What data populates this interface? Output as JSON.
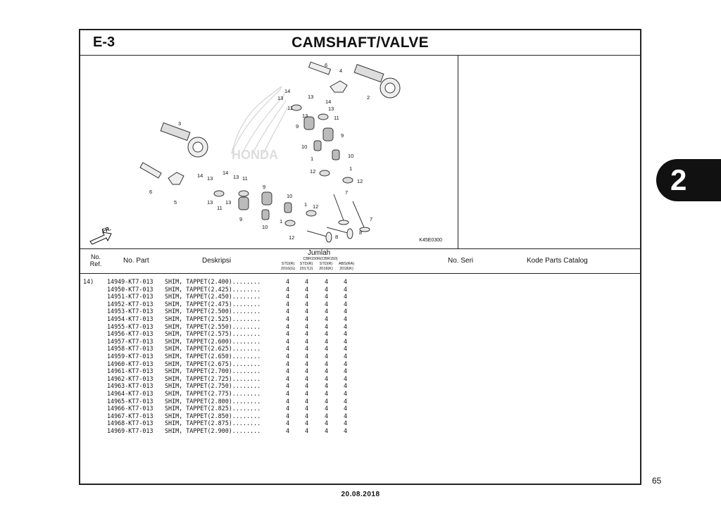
{
  "header": {
    "section_code": "E-3",
    "title": "CAMSHAFT/VALVE"
  },
  "diagram": {
    "code": "K45E0300",
    "direction_label": "FR.",
    "watermark": "HONDA",
    "callouts": [
      "6",
      "4",
      "2",
      "14",
      "13",
      "13",
      "14",
      "11",
      "13",
      "13",
      "11",
      "9",
      "9",
      "10",
      "10",
      "1",
      "1",
      "12",
      "12",
      "7",
      "7",
      "8",
      "8",
      "3",
      "6",
      "5",
      "14",
      "13",
      "14",
      "13",
      "11",
      "13",
      "11",
      "13",
      "9",
      "9",
      "10",
      "10",
      "1",
      "12",
      "12",
      "1"
    ]
  },
  "table": {
    "headers": {
      "no_ref": "No.\nRef.",
      "no_part": "No. Part",
      "deskripsi": "Deskripsi",
      "jumlah": "Jumlah",
      "model_group": "CBR150R(CBR150)",
      "col1": "STD(R)\n2016(G)",
      "col2": "STD(R)\n2017(J)",
      "col3": "STD(R)\n2018(K)",
      "col4": "ABS(RA)\n2018(K)",
      "no_seri": "No. Seri",
      "kode_parts_catalog": "Kode Parts Catalog"
    },
    "ref": "14)",
    "rows": [
      {
        "part": "14949-KT7-013",
        "desc": "SHIM, TAPPET(2.400)........",
        "q1": "4",
        "q2": "4",
        "q3": "4",
        "q4": "4"
      },
      {
        "part": "14950-KT7-013",
        "desc": "SHIM, TAPPET(2.425)........",
        "q1": "4",
        "q2": "4",
        "q3": "4",
        "q4": "4"
      },
      {
        "part": "14951-KT7-013",
        "desc": "SHIM, TAPPET(2.450)........",
        "q1": "4",
        "q2": "4",
        "q3": "4",
        "q4": "4"
      },
      {
        "part": "14952-KT7-013",
        "desc": "SHIM, TAPPET(2.475)........",
        "q1": "4",
        "q2": "4",
        "q3": "4",
        "q4": "4"
      },
      {
        "part": "14953-KT7-013",
        "desc": "SHIM, TAPPET(2.500)........",
        "q1": "4",
        "q2": "4",
        "q3": "4",
        "q4": "4"
      },
      {
        "part": "14954-KT7-013",
        "desc": "SHIM, TAPPET(2.525)........",
        "q1": "4",
        "q2": "4",
        "q3": "4",
        "q4": "4"
      },
      {
        "part": "14955-KT7-013",
        "desc": "SHIM, TAPPET(2.550)........",
        "q1": "4",
        "q2": "4",
        "q3": "4",
        "q4": "4"
      },
      {
        "part": "14956-KT7-013",
        "desc": "SHIM, TAPPET(2.575)........",
        "q1": "4",
        "q2": "4",
        "q3": "4",
        "q4": "4"
      },
      {
        "part": "14957-KT7-013",
        "desc": "SHIM, TAPPET(2.600)........",
        "q1": "4",
        "q2": "4",
        "q3": "4",
        "q4": "4"
      },
      {
        "part": "14958-KT7-013",
        "desc": "SHIM, TAPPET(2.625)........",
        "q1": "4",
        "q2": "4",
        "q3": "4",
        "q4": "4"
      },
      {
        "part": "14959-KT7-013",
        "desc": "SHIM, TAPPET(2.650)........",
        "q1": "4",
        "q2": "4",
        "q3": "4",
        "q4": "4"
      },
      {
        "part": "14960-KT7-013",
        "desc": "SHIM, TAPPET(2.675)........",
        "q1": "4",
        "q2": "4",
        "q3": "4",
        "q4": "4"
      },
      {
        "part": "14961-KT7-013",
        "desc": "SHIM, TAPPET(2.700)........",
        "q1": "4",
        "q2": "4",
        "q3": "4",
        "q4": "4"
      },
      {
        "part": "14962-KT7-013",
        "desc": "SHIM, TAPPET(2.725)........",
        "q1": "4",
        "q2": "4",
        "q3": "4",
        "q4": "4"
      },
      {
        "part": "14963-KT7-013",
        "desc": "SHIM, TAPPET(2.750)........",
        "q1": "4",
        "q2": "4",
        "q3": "4",
        "q4": "4"
      },
      {
        "part": "14964-KT7-013",
        "desc": "SHIM, TAPPET(2.775)........",
        "q1": "4",
        "q2": "4",
        "q3": "4",
        "q4": "4"
      },
      {
        "part": "14965-KT7-013",
        "desc": "SHIM, TAPPET(2.800)........",
        "q1": "4",
        "q2": "4",
        "q3": "4",
        "q4": "4"
      },
      {
        "part": "14966-KT7-013",
        "desc": "SHIM, TAPPET(2.825)........",
        "q1": "4",
        "q2": "4",
        "q3": "4",
        "q4": "4"
      },
      {
        "part": "14967-KT7-013",
        "desc": "SHIM, TAPPET(2.850)........",
        "q1": "4",
        "q2": "4",
        "q3": "4",
        "q4": "4"
      },
      {
        "part": "14968-KT7-013",
        "desc": "SHIM, TAPPET(2.875)........",
        "q1": "4",
        "q2": "4",
        "q3": "4",
        "q4": "4"
      },
      {
        "part": "14969-KT7-013",
        "desc": "SHIM, TAPPET(2.900)........",
        "q1": "4",
        "q2": "4",
        "q3": "4",
        "q4": "4"
      }
    ]
  },
  "side_tab": {
    "label": "2"
  },
  "footer": {
    "page_number": "65",
    "date": "20.08.2018"
  }
}
